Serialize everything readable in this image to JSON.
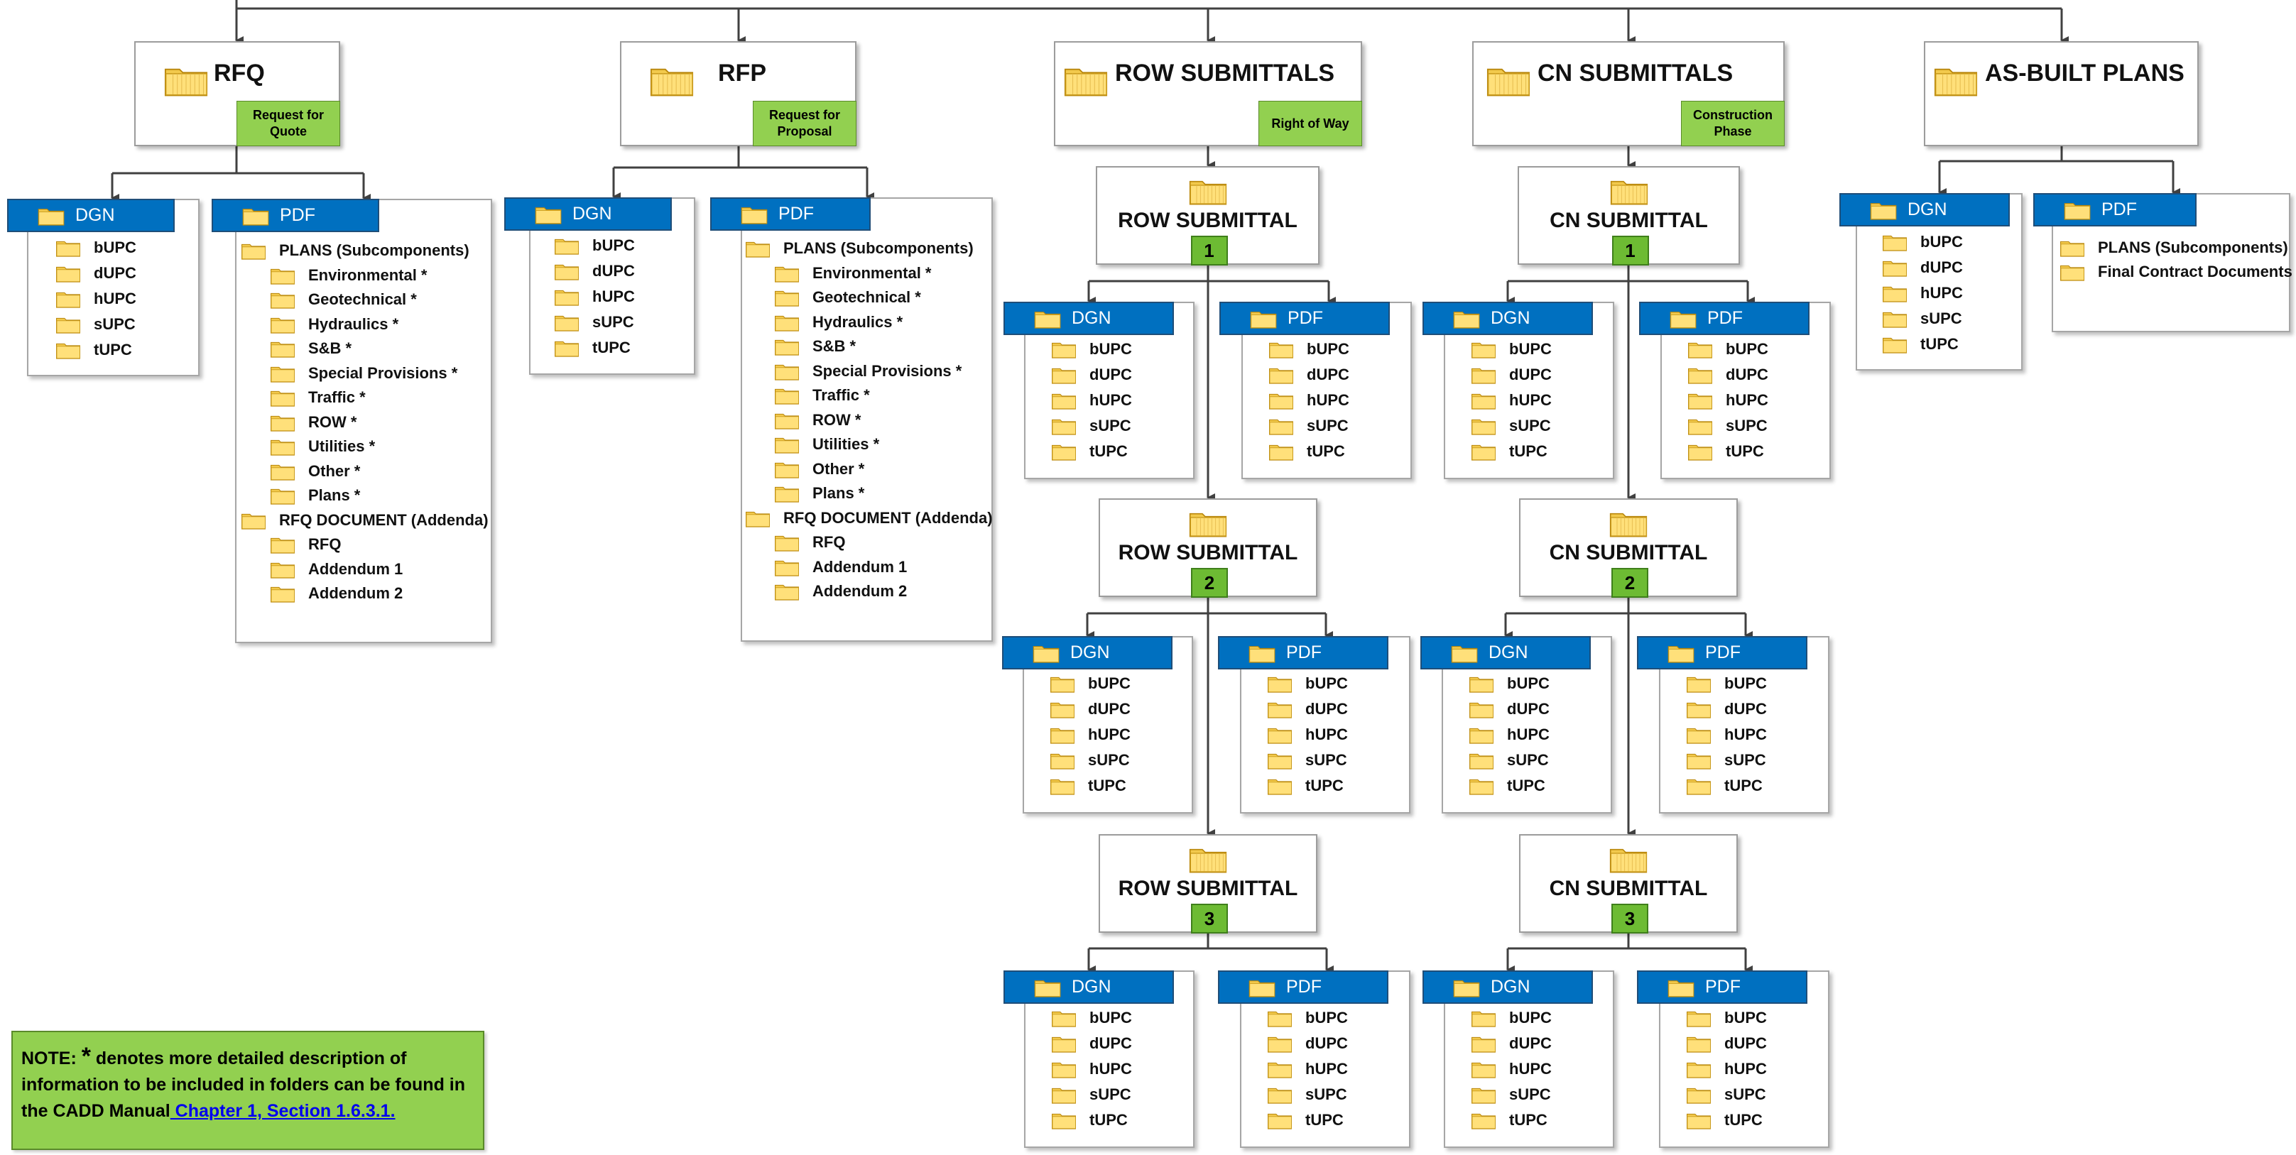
{
  "top_nodes": [
    {
      "title": "RFQ",
      "tag": "Request for\nQuote"
    },
    {
      "title": "RFP",
      "tag": "Request for\nProposal"
    },
    {
      "title": "ROW SUBMITTALS",
      "tag": "Right of Way"
    },
    {
      "title": "CN SUBMITTALS",
      "tag": "Construction\nPhase"
    },
    {
      "title": "AS-BUILT PLANS",
      "tag": ""
    }
  ],
  "submittals": {
    "row": [
      {
        "title": "ROW SUBMITTAL",
        "num": "1"
      },
      {
        "title": "ROW SUBMITTAL",
        "num": "2"
      },
      {
        "title": "ROW SUBMITTAL",
        "num": "3"
      }
    ],
    "cn": [
      {
        "title": "CN SUBMITTAL",
        "num": "1"
      },
      {
        "title": "CN SUBMITTAL",
        "num": "2"
      },
      {
        "title": "CN SUBMITTAL",
        "num": "3"
      }
    ]
  },
  "dgn_label": "DGN",
  "pdf_label": "PDF",
  "dgn_items": [
    "bUPC",
    "dUPC",
    "hUPC",
    "sUPC",
    "tUPC"
  ],
  "rfq_pdf_items": [
    {
      "text": "PLANS (Subcomponents)",
      "indent": 0
    },
    {
      "text": "Environmental *",
      "indent": 1
    },
    {
      "text": "Geotechnical *",
      "indent": 1
    },
    {
      "text": "Hydraulics *",
      "indent": 1
    },
    {
      "text": "S&B *",
      "indent": 1
    },
    {
      "text": "Special Provisions *",
      "indent": 1
    },
    {
      "text": "Traffic *",
      "indent": 1
    },
    {
      "text": "ROW *",
      "indent": 1
    },
    {
      "text": " Utilities *",
      "indent": 1
    },
    {
      "text": "Other *",
      "indent": 1
    },
    {
      "text": "Plans *",
      "indent": 1
    },
    {
      "text": "RFQ DOCUMENT (Addenda)",
      "indent": 0
    },
    {
      "text": "RFQ",
      "indent": 1
    },
    {
      "text": "Addendum 1",
      "indent": 1
    },
    {
      "text": "Addendum 2",
      "indent": 1
    }
  ],
  "asbuilt_pdf_items": [
    "PLANS (Subcomponents)",
    "Final Contract Documents"
  ],
  "note": {
    "prefix": "NOTE:",
    "star": "*",
    "line1": "denotes more detailed description of",
    "line2": "information to be included in folders can be found in",
    "line3": "the CADD Manual",
    "link": " Chapter 1, Section 1.6.3.1."
  },
  "colors": {
    "header_blue": "#0070c0",
    "tag_green": "#92d050",
    "badge_green": "#6dbb33",
    "folder_yellow": "#ffe07a",
    "line_gray": "#404040"
  }
}
